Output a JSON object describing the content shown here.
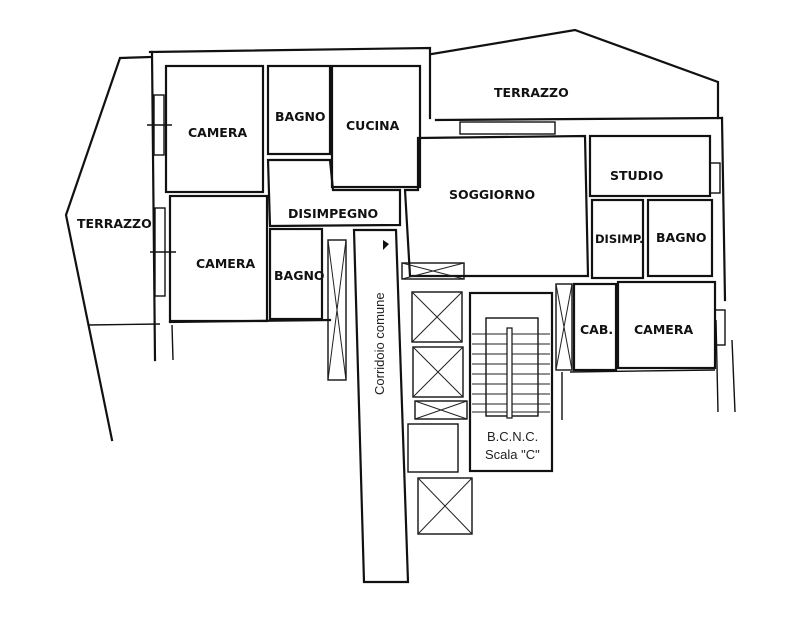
{
  "plan": {
    "rooms": [
      {
        "id": "terrazzo-left",
        "label": "TERRAZZO"
      },
      {
        "id": "camera-top-left",
        "label": "CAMERA"
      },
      {
        "id": "bagno-top",
        "label": "BAGNO"
      },
      {
        "id": "cucina",
        "label": "CUCINA"
      },
      {
        "id": "terrazzo-top",
        "label": "TERRAZZO"
      },
      {
        "id": "soggiorno",
        "label": "SOGGIORNO"
      },
      {
        "id": "studio",
        "label": "STUDIO"
      },
      {
        "id": "disimpegno",
        "label": "DISIMPEGNO"
      },
      {
        "id": "camera-bottom-left",
        "label": "CAMERA"
      },
      {
        "id": "bagno-left",
        "label": "BAGNO"
      },
      {
        "id": "disimp",
        "label": "DISIMP."
      },
      {
        "id": "bagno-right",
        "label": "BAGNO"
      },
      {
        "id": "cab",
        "label": "CAB."
      },
      {
        "id": "camera-right",
        "label": "CAMERA"
      }
    ],
    "common_areas": {
      "corridor": "Corridoio comune",
      "stair_line1": "B.C.N.C.",
      "stair_line2": "Scala \"C\""
    }
  }
}
